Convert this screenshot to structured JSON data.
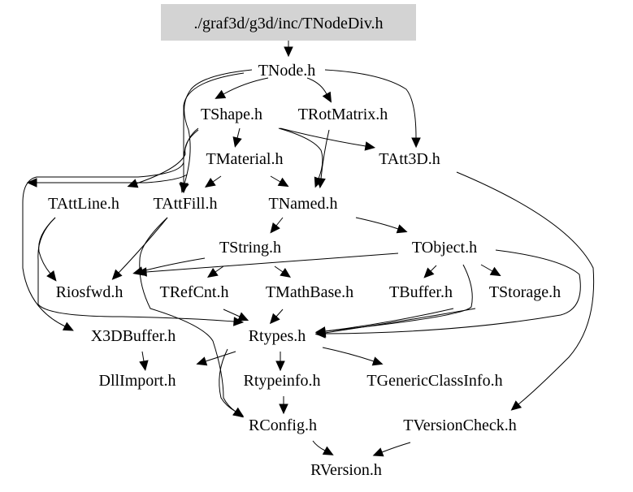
{
  "diagram": {
    "type": "include-dependency-graph",
    "root": "./graf3d/g3d/inc/TNodeDiv.h",
    "nodes": [
      {
        "id": "root",
        "label": "./graf3d/g3d/inc/TNodeDiv.h",
        "highlighted": true
      },
      {
        "id": "TNode",
        "label": "TNode.h"
      },
      {
        "id": "TShape",
        "label": "TShape.h"
      },
      {
        "id": "TRotMatrix",
        "label": "TRotMatrix.h"
      },
      {
        "id": "TMaterial",
        "label": "TMaterial.h"
      },
      {
        "id": "TAtt3D",
        "label": "TAtt3D.h"
      },
      {
        "id": "TAttLine",
        "label": "TAttLine.h"
      },
      {
        "id": "TAttFill",
        "label": "TAttFill.h"
      },
      {
        "id": "TNamed",
        "label": "TNamed.h"
      },
      {
        "id": "TString",
        "label": "TString.h"
      },
      {
        "id": "TObject",
        "label": "TObject.h"
      },
      {
        "id": "Riosfwd",
        "label": "Riosfwd.h"
      },
      {
        "id": "TRefCnt",
        "label": "TRefCnt.h"
      },
      {
        "id": "TMathBase",
        "label": "TMathBase.h"
      },
      {
        "id": "TBuffer",
        "label": "TBuffer.h"
      },
      {
        "id": "TStorage",
        "label": "TStorage.h"
      },
      {
        "id": "X3DBuffer",
        "label": "X3DBuffer.h"
      },
      {
        "id": "Rtypes",
        "label": "Rtypes.h"
      },
      {
        "id": "DllImport",
        "label": "DllImport.h"
      },
      {
        "id": "Rtypeinfo",
        "label": "Rtypeinfo.h"
      },
      {
        "id": "TGenericClassInfo",
        "label": "TGenericClassInfo.h"
      },
      {
        "id": "RConfig",
        "label": "RConfig.h"
      },
      {
        "id": "TVersionCheck",
        "label": "TVersionCheck.h"
      },
      {
        "id": "RVersion",
        "label": "RVersion.h"
      }
    ],
    "edges": [
      [
        "root",
        "TNode"
      ],
      [
        "TNode",
        "TShape"
      ],
      [
        "TNode",
        "TRotMatrix"
      ],
      [
        "TNode",
        "TAtt3D"
      ],
      [
        "TNode",
        "TAttFill"
      ],
      [
        "TNode",
        "X3DBuffer"
      ],
      [
        "TShape",
        "TMaterial"
      ],
      [
        "TShape",
        "TAtt3D"
      ],
      [
        "TShape",
        "TNamed"
      ],
      [
        "TShape",
        "TAttLine"
      ],
      [
        "TShape",
        "TAttFill"
      ],
      [
        "TShape",
        "Rtypes"
      ],
      [
        "TRotMatrix",
        "TNamed"
      ],
      [
        "TMaterial",
        "TAttFill"
      ],
      [
        "TMaterial",
        "TNamed"
      ],
      [
        "TAtt3D",
        "TVersionCheck"
      ],
      [
        "TAttLine",
        "Riosfwd"
      ],
      [
        "TAttLine",
        "Rtypes"
      ],
      [
        "TAttFill",
        "Riosfwd"
      ],
      [
        "TAttFill",
        "RConfig"
      ],
      [
        "TNamed",
        "TString"
      ],
      [
        "TNamed",
        "TObject"
      ],
      [
        "TString",
        "Riosfwd"
      ],
      [
        "TString",
        "TRefCnt"
      ],
      [
        "TString",
        "TMathBase"
      ],
      [
        "TObject",
        "Riosfwd"
      ],
      [
        "TObject",
        "TBuffer"
      ],
      [
        "TObject",
        "TStorage"
      ],
      [
        "TObject",
        "Rtypes"
      ],
      [
        "TRefCnt",
        "Rtypes"
      ],
      [
        "TMathBase",
        "Rtypes"
      ],
      [
        "TBuffer",
        "Rtypes"
      ],
      [
        "TStorage",
        "Rtypes"
      ],
      [
        "X3DBuffer",
        "DllImport"
      ],
      [
        "Rtypes",
        "DllImport"
      ],
      [
        "Rtypes",
        "Rtypeinfo"
      ],
      [
        "Rtypes",
        "TGenericClassInfo"
      ],
      [
        "Rtypes",
        "RConfig"
      ],
      [
        "Rtypeinfo",
        "RConfig"
      ],
      [
        "RConfig",
        "RVersion"
      ],
      [
        "TVersionCheck",
        "RVersion"
      ]
    ],
    "colors": {
      "root_fill": "#d3d3d3",
      "edge": "#000000",
      "text": "#000000",
      "background": "#ffffff"
    }
  }
}
